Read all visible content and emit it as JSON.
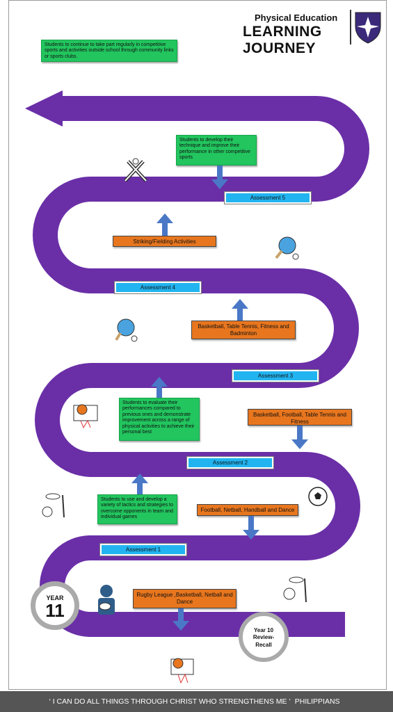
{
  "header": {
    "subtitle": "Physical Education",
    "title": "LEARNING JOURNEY"
  },
  "colors": {
    "road": "#6a2fa7",
    "green": "#22c55e",
    "orange": "#e8761e",
    "assessment": "#22b4f0",
    "arrow": "#4a78c6",
    "footer": "#555555"
  },
  "boxes": {
    "top_goal": "Students to continue to take part regularly in competitive sports and activities outside school through community links or sports clubs.",
    "develop": "Students to develop their technique and improve their performance in other competitive sports",
    "evaluate": "Students to evaluate their performances compared to previous ones and demonstrate improvement across a range of physical activities to achieve their personal best",
    "tactics": "Students to use and develop a variety of tactics and strategies to overcome opponents in team and individual games"
  },
  "units": {
    "striking": "Striking/Fielding Activities",
    "basketball_tt": "Basketball, Table Tennis, Fitness and Badminton",
    "basketball_football": "Basketball, Football, Table Tennis and Fitness",
    "football_netball": "Football, Netball, Handball and Dance",
    "rugby": "Rugby League ,Basketball, Netball and Dance"
  },
  "assessments": {
    "a1": "Assessment 1",
    "a2": "Assessment 2",
    "a3": "Assessment 3",
    "a4": "Assessment 4",
    "a5": "Assessment 5"
  },
  "year": {
    "label": "YEAR",
    "number": "11"
  },
  "review": {
    "line1": "Year 10",
    "line2": "Review-",
    "line3": "Recall"
  },
  "footer": {
    "quote": "‘ I CAN DO ALL THINGS THROUGH CHRIST WHO STRENGTHENS ME ’",
    "reference": "PHILIPPIANS"
  },
  "icons": [
    "cricket-bats-icon",
    "table-tennis-icon",
    "table-tennis-icon-2",
    "basketball-hoop-icon",
    "netball-hoop-icon",
    "football-icon",
    "netball-icon",
    "rugby-player-icon",
    "basketball-hoop-icon-2",
    "crest-icon"
  ]
}
